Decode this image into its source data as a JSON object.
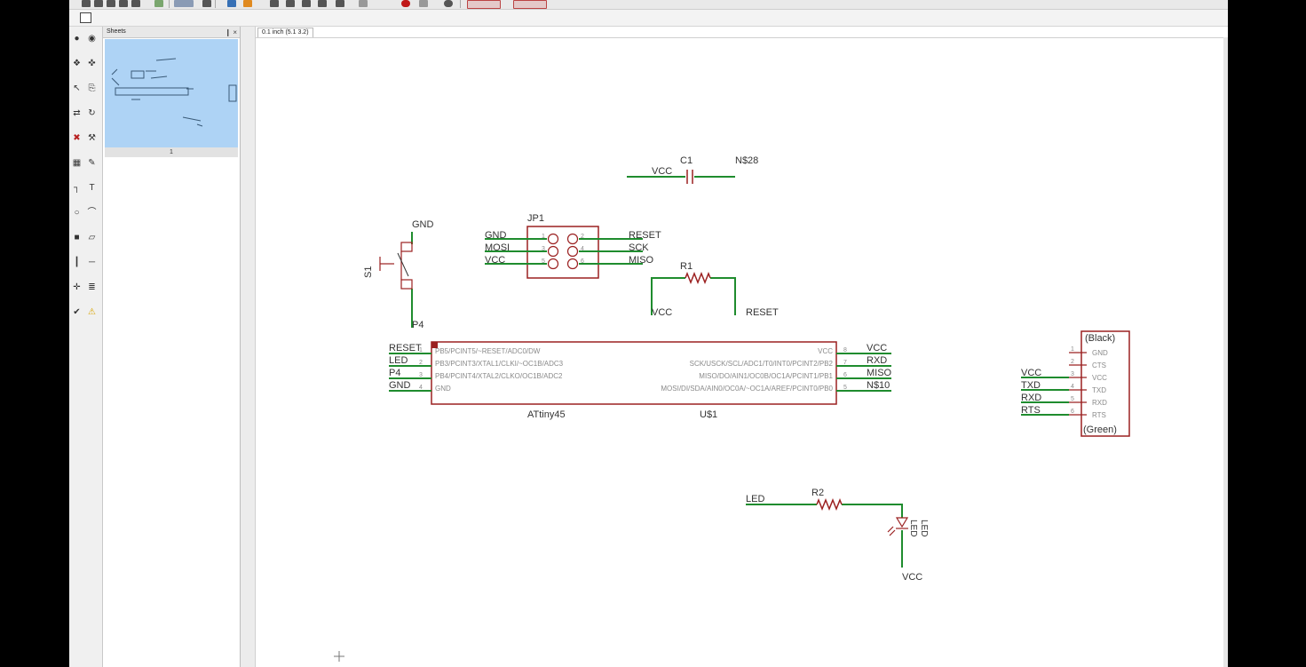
{
  "app": {
    "sheets_panel": {
      "title": "Sheets",
      "header_controls": "❙ ×",
      "sheet_number": "1"
    },
    "document_tab": "0.1 inch (5.1 3.2)"
  },
  "colors": {
    "net": "#1f8c2e",
    "symbol": "#9b2020",
    "label": "#333333",
    "pin_text": "#8a8a8a",
    "thumb_bg": "#aed3f5"
  },
  "toolbox_icons": [
    "info-icon",
    "eye-icon",
    "layers-icon",
    "move-icon",
    "select-icon",
    "copy-icon",
    "mirror-icon",
    "rotate-icon",
    "delete-icon",
    "wrench-icon",
    "group-icon",
    "pen-icon",
    "wire-icon",
    "text-icon",
    "circle-icon",
    "arc-icon",
    "rect-icon",
    "polygon-icon",
    "bus-icon",
    "net-icon",
    "junction-icon",
    "label-icon",
    "erc-icon",
    "warning-icon"
  ],
  "schematic": {
    "c1": {
      "name": "C1",
      "left_net": "VCC",
      "right_net": "N$28"
    },
    "s1": {
      "name": "S1",
      "top_net": "GND",
      "bottom_net": "P4"
    },
    "jp1": {
      "name": "JP1",
      "left_nets": [
        "GND",
        "MOSI",
        "VCC"
      ],
      "right_nets": [
        "RESET",
        "SCK",
        "MISO"
      ],
      "left_pin_numbers": [
        "1",
        "3",
        "5"
      ],
      "right_pin_numbers": [
        "2",
        "4",
        "6"
      ]
    },
    "r1": {
      "name": "R1",
      "left_net": "VCC",
      "right_net": "RESET"
    },
    "u1": {
      "name": "U$1",
      "value": "ATtiny45",
      "left_nets": [
        "RESET",
        "LED",
        "P4",
        "GND"
      ],
      "left_pin_numbers": [
        "1",
        "2",
        "3",
        "4"
      ],
      "left_pins": [
        "PB5/PCINT5/~RESET/ADC0/DW",
        "PB3/PCINT3/XTAL1/CLKI/~OC1B/ADC3",
        "PB4/PCINT4/XTAL2/CLKO/OC1B/ADC2",
        "GND"
      ],
      "right_pins": [
        "VCC",
        "SCK/USCK/SCL/ADC1/T0/INT0/PCINT2/PB2",
        "MISO/DO/AIN1/OC0B/OC1A/PCINT1/PB1",
        "MOSI/DI/SDA/AIN0/OC0A/~OC1A/AREF/PCINT0/PB0"
      ],
      "right_pin_numbers": [
        "8",
        "7",
        "6",
        "5"
      ],
      "right_nets": [
        "VCC",
        "RXD",
        "MISO",
        "N$10"
      ]
    },
    "ftdi": {
      "top_label": "(Black)",
      "bottom_label": "(Green)",
      "pins": [
        "GND",
        "CTS",
        "VCC",
        "TXD",
        "RXD",
        "RTS"
      ],
      "pin_numbers": [
        "1",
        "2",
        "3",
        "4",
        "5",
        "6"
      ],
      "left_nets": [
        "VCC",
        "TXD",
        "RXD",
        "RTS"
      ]
    },
    "r2": {
      "name": "R2",
      "left_net": "LED"
    },
    "led": {
      "name": "LED",
      "part": "LED",
      "bottom_net": "VCC"
    }
  }
}
